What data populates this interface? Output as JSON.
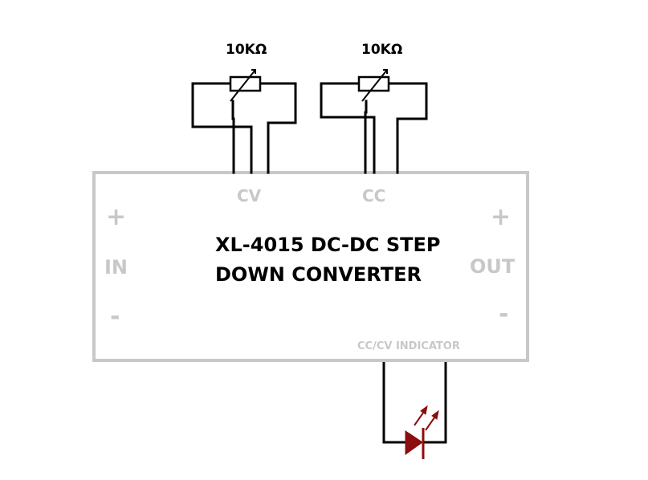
{
  "module": {
    "title_line1": "XL-4015 DC-DC STEP",
    "title_line2": "DOWN CONVERTER"
  },
  "input": {
    "plus": "+",
    "label": "IN",
    "minus": "-"
  },
  "output": {
    "plus": "+",
    "label": "OUT",
    "minus": "-"
  },
  "potentiometers": [
    {
      "value": "10KΩ",
      "pin_label": "CV"
    },
    {
      "value": "10KΩ",
      "pin_label": "CC"
    }
  ],
  "indicator": {
    "label": "CC/CV INDICATOR"
  },
  "colors": {
    "wire": "#000000",
    "module_outline": "#c8c8c8",
    "module_text": "#c8c8c8",
    "led": "#8b0d0d"
  }
}
